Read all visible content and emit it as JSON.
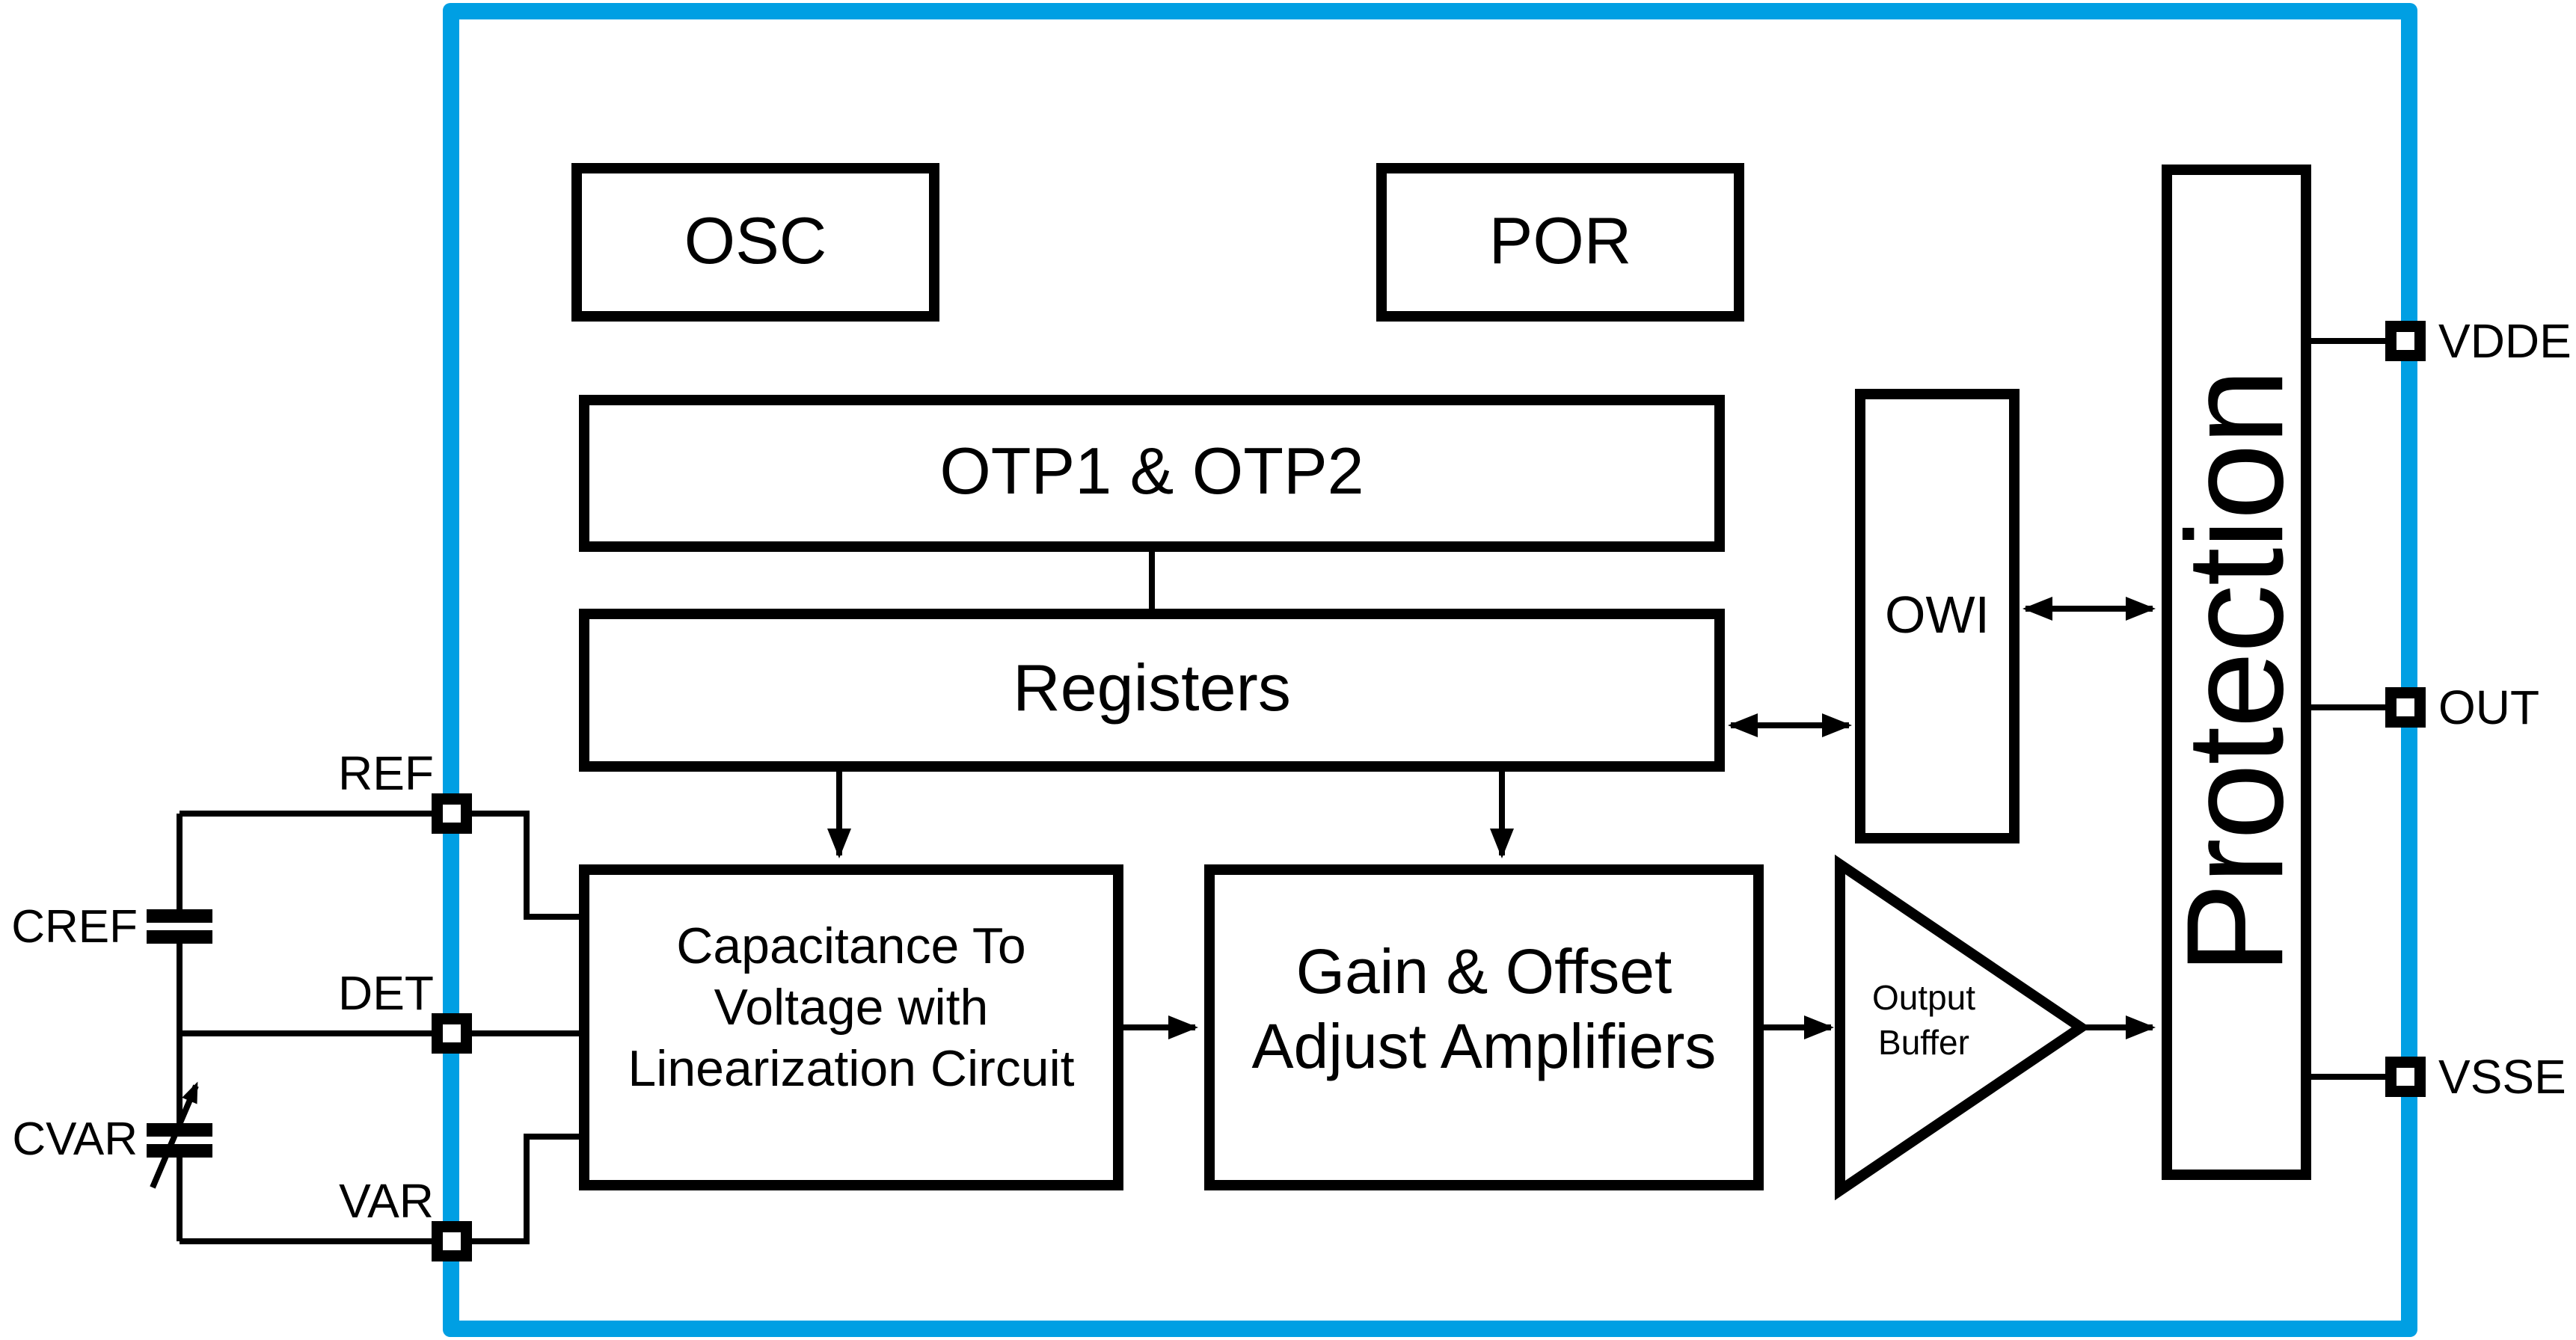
{
  "blocks": {
    "osc": "OSC",
    "por": "POR",
    "otp": "OTP1 & OTP2",
    "registers": "Registers",
    "owi": "OWI",
    "protection": "Protection",
    "c2v_lines": [
      "Capacitance To",
      "Voltage with",
      "Linearization Circuit"
    ],
    "gain_lines": [
      "Gain & Offset",
      "Adjust Amplifiers"
    ],
    "output_buffer_lines": [
      "Output",
      "Buffer"
    ]
  },
  "pins": {
    "left": [
      {
        "label": "REF"
      },
      {
        "label": "DET"
      },
      {
        "label": "VAR"
      }
    ],
    "right": [
      {
        "label": "VDDE"
      },
      {
        "label": "OUT"
      },
      {
        "label": "VSSE"
      }
    ]
  },
  "external_components": [
    {
      "label": "CREF",
      "type": "fixed-capacitor"
    },
    {
      "label": "CVAR",
      "type": "variable-capacitor"
    }
  ],
  "colors": {
    "chip_border": "#009FE3",
    "line": "#000000",
    "background": "#FFFFFF",
    "text": "#000000"
  }
}
